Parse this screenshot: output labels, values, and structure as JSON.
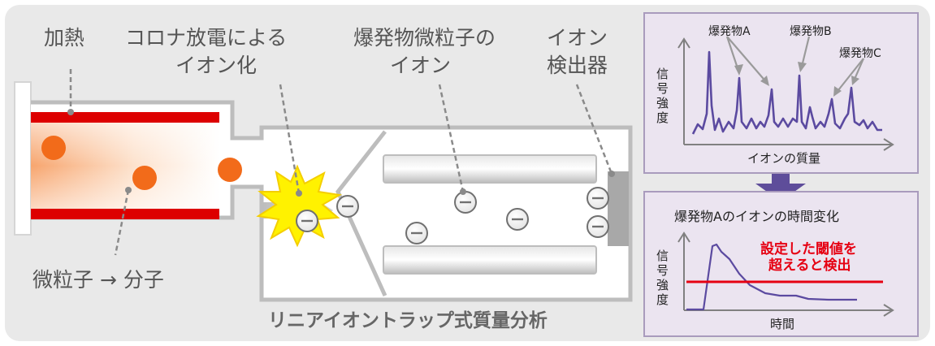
{
  "labels": {
    "heating": "加熱",
    "corona_line1": "コロナ放電による",
    "corona_line2": "イオン化",
    "particle_ion_line1": "爆発物微粒子の",
    "particle_ion_line2": "イオン",
    "detector_line1": "イオン",
    "detector_line2": "検出器",
    "particles_to_molecules": "微粒子 → 分子",
    "method_title": "リニアイオントラップ式質量分析",
    "ion_symbol": "⊖"
  },
  "spectrum_panel": {
    "peak_a": "爆発物A",
    "peak_b": "爆発物B",
    "peak_c": "爆発物C",
    "y_axis_chars": [
      "信",
      "号",
      "強",
      "度"
    ],
    "x_axis": "イオンの質量"
  },
  "time_panel": {
    "title": "爆発物Aのイオンの時間変化",
    "threshold_line1": "設定した閾値を",
    "threshold_line2": "超えると検出",
    "y_axis_chars": [
      "信",
      "号",
      "強",
      "度"
    ],
    "x_axis": "時間"
  },
  "colors": {
    "background": "#e9e9e9",
    "heater_red": "#dd0000",
    "particle_orange": "#f26b1a",
    "device_border": "#bdbdbd",
    "chart_panel_fill": "#ebe4f0",
    "chart_panel_border": "#a99bbd",
    "signal_purple": "#5b4aa0",
    "arrow_purple": "#5e4d9a",
    "threshold_red": "#e60012",
    "text": "#555555"
  }
}
